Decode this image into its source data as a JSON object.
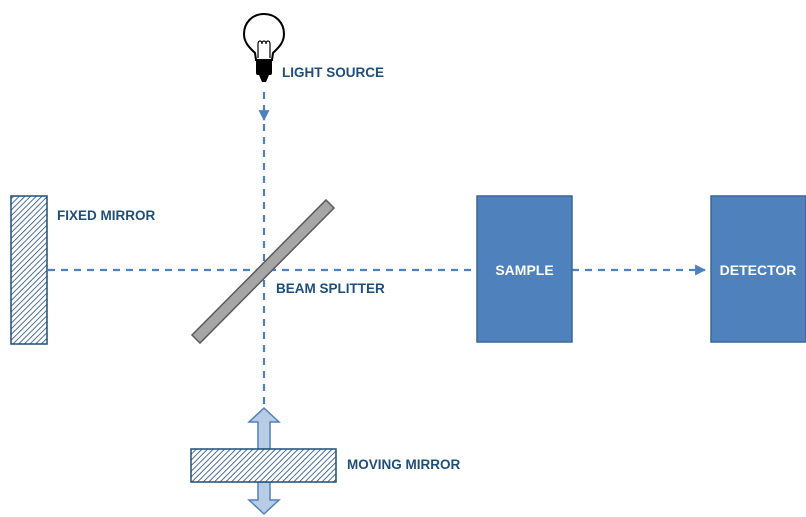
{
  "labels": {
    "light_source": "LIGHT SOURCE",
    "fixed_mirror": "FIXED MIRROR",
    "beam_splitter": "BEAM SPLITTER",
    "sample": "SAMPLE",
    "detector": "DETECTOR",
    "moving_mirror": "MOVING MIRROR"
  },
  "icons": {
    "light_source": "light-bulb-icon",
    "movement": "double-arrow-icon"
  },
  "colors": {
    "box_fill": "#4f81bd",
    "box_stroke": "#3a6799",
    "beam": "#4f81bd",
    "label_text": "#1f4e79",
    "mirror_hatch": "#1f4e79",
    "splitter_fill": "#a6a6a6",
    "movement_arrow": "#b8cce4"
  }
}
